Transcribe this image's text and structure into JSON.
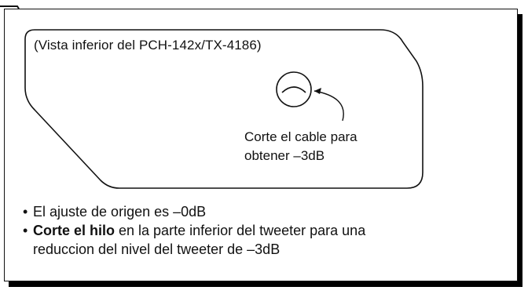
{
  "diagram": {
    "caption": "(Vista inferior del PCH-142x/TX-4186)",
    "cut_note_line1": "Corte el cable para",
    "cut_note_line2": "obtener –3dB"
  },
  "notes": {
    "item1": "El ajuste de origen es –0dB",
    "item2_bold": "Corte el hilo",
    "item2_rest": " en la parte inferior del tweeter para una",
    "item2_line2": "reduccion del nivel del tweeter de –3dB"
  }
}
